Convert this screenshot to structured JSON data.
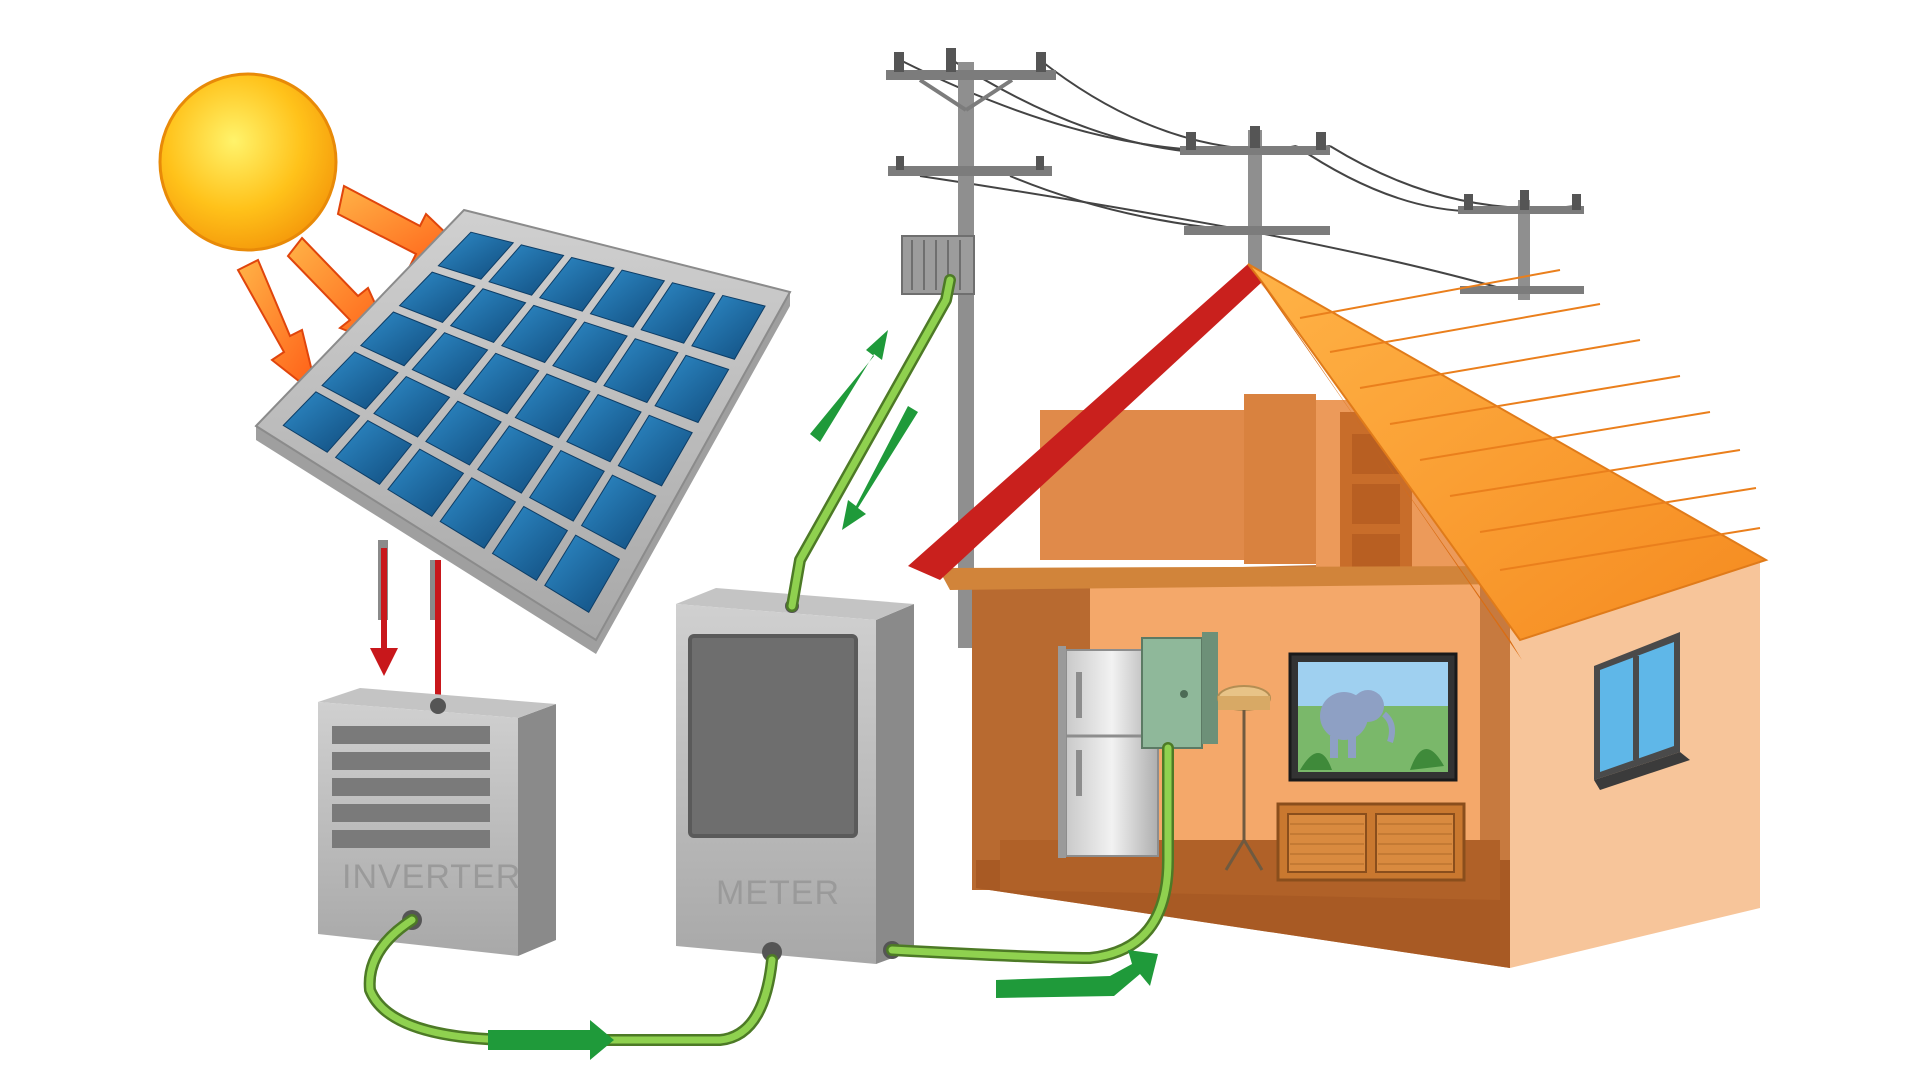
{
  "diagram": {
    "components": {
      "sun": {
        "icon": "sun-icon"
      },
      "solar_panel": {
        "icon": "solar-panel-icon",
        "cells": 30
      },
      "inverter": {
        "label": "INVERTER",
        "icon": "inverter-icon"
      },
      "meter": {
        "label": "METER",
        "icon": "meter-icon"
      },
      "utility_poles": {
        "icon": "utility-pole-icon",
        "count": 3
      },
      "house": {
        "icon": "house-icon"
      }
    },
    "colors": {
      "sun": "#ffc21a",
      "sunlight_arrows": "#ff6a1a",
      "dc_current": "#c8171b",
      "ac_cable": "#7ec43c",
      "flow_arrows": "#1f9a3a",
      "panel_cells": "#1b6fa8",
      "roof": "#f89b2a",
      "walls": "#f4a86a"
    }
  }
}
